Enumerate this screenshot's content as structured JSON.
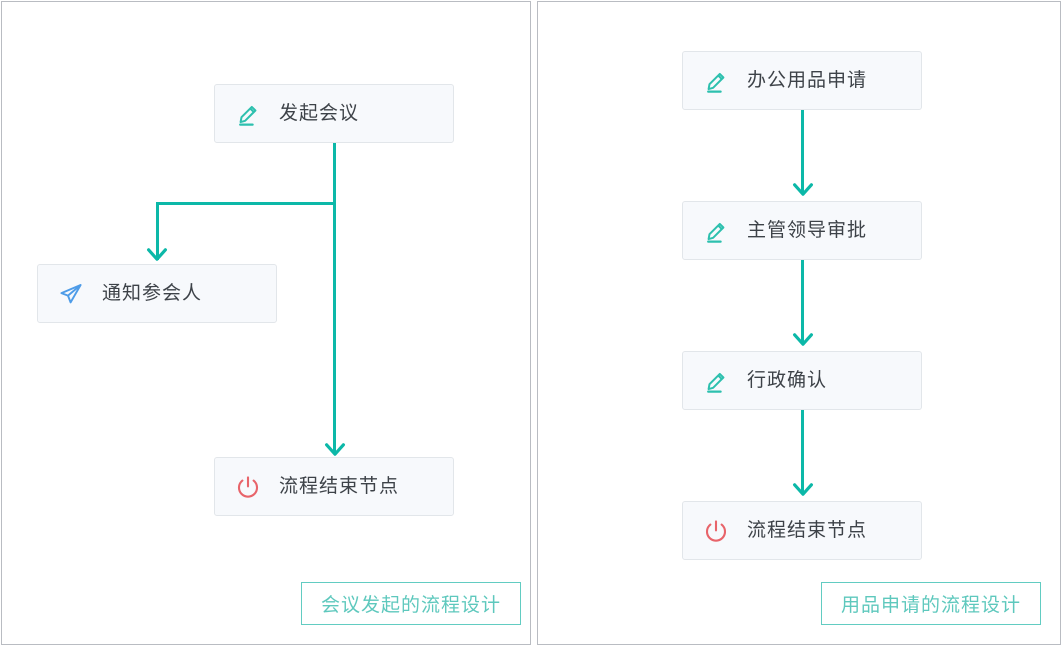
{
  "colors": {
    "connector": "#0cb8a8",
    "node_fill": "#f7f9fc",
    "node_border": "#e2e6ea",
    "node_text": "#3d4248",
    "caption_border": "#62ccc2",
    "caption_text": "#5ec8bd",
    "icon_edit": "#2dc0ae",
    "icon_send": "#4e9ce8",
    "icon_end": "#e8646a",
    "panel_border": "#b9bcc2"
  },
  "panels": [
    {
      "name": "meeting-flow",
      "caption": "会议发起的流程设计",
      "nodes": [
        {
          "id": "start",
          "label": "发起会议",
          "icon": "edit-icon"
        },
        {
          "id": "notify",
          "label": "通知参会人",
          "icon": "send-icon"
        },
        {
          "id": "end",
          "label": "流程结束节点",
          "icon": "power-icon"
        }
      ]
    },
    {
      "name": "supply-request-flow",
      "caption": "用品申请的流程设计",
      "nodes": [
        {
          "id": "apply",
          "label": "办公用品申请",
          "icon": "edit-icon"
        },
        {
          "id": "approve",
          "label": "主管领导审批",
          "icon": "edit-icon"
        },
        {
          "id": "confirm",
          "label": "行政确认",
          "icon": "edit-icon"
        },
        {
          "id": "end",
          "label": "流程结束节点",
          "icon": "power-icon"
        }
      ]
    }
  ]
}
